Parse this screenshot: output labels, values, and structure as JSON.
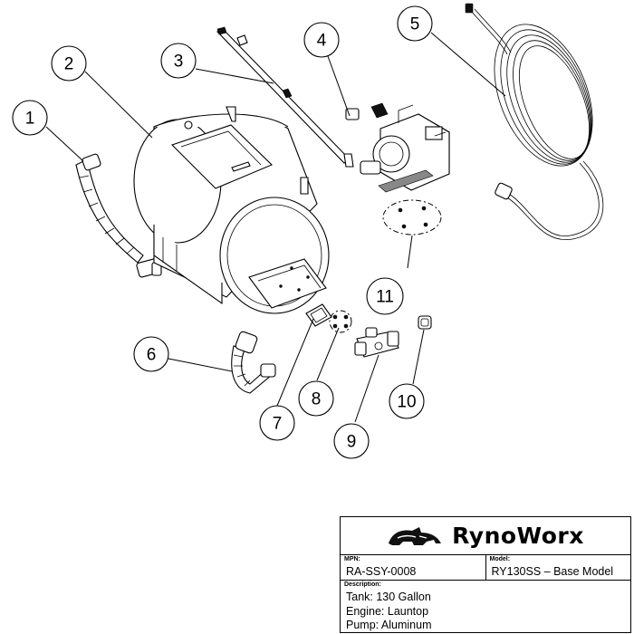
{
  "callouts": [
    "1",
    "2",
    "3",
    "4",
    "5",
    "6",
    "7",
    "8",
    "9",
    "10",
    "11"
  ],
  "title_block": {
    "brand": "RynoWorx",
    "mpn_label": "MPN:",
    "mpn_value": "RA-SSY-0008",
    "model_label": "Model:",
    "model_value": "RY130SS – Base Model",
    "description_label": "Description:",
    "description_lines": [
      "Tank: 130 Gallon",
      "Engine: Launtop",
      "Pump: Aluminum"
    ]
  },
  "icons": {
    "logo": "rhino-logo-icon"
  }
}
